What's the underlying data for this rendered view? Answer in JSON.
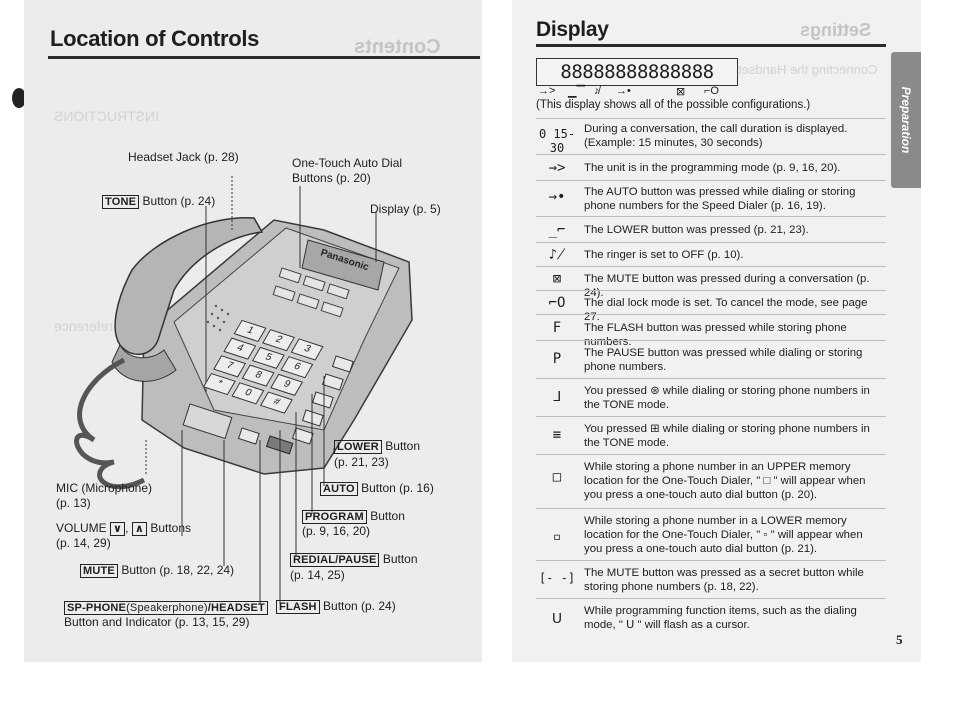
{
  "left": {
    "title": "Location of Controls",
    "ghost_title": "Contents",
    "ghost_lines": [
      "INSTRUCTIONS",
      "For your reference"
    ],
    "labels": {
      "headset_jack": "Headset Jack (p. 28)",
      "one_touch_1": "One-Touch Auto Dial",
      "one_touch_2": "Buttons (p. 20)",
      "tone_box": "TONE",
      "tone_rest": "Button (p. 24)",
      "display": "Display (p. 5)",
      "brand": "Panasonic",
      "lower_box": "LOWER",
      "lower_rest": "Button",
      "lower_pages": "(p. 21, 23)",
      "auto_box": "AUTO",
      "auto_rest": "Button (p. 16)",
      "program_box": "PROGRAM",
      "program_rest": "Button",
      "program_pages": "(p. 9, 16, 20)",
      "redial_box": "REDIAL/PAUSE",
      "redial_rest": "Button",
      "redial_pages": "(p. 14, 25)",
      "flash_box": "FLASH",
      "flash_rest": "Button (p. 24)",
      "mic_1": "MIC (Microphone)",
      "mic_2": "(p. 13)",
      "volume_1": "VOLUME",
      "volume_down": "∨",
      "volume_up": "∧",
      "volume_2": "Buttons",
      "volume_pages": "(p. 14, 29)",
      "mute_box": "MUTE",
      "mute_rest": "Button (p. 18, 22, 24)",
      "sp_box_a": "SP-PHONE",
      "sp_box_b": "(Speakerphone)",
      "sp_box_c": "/HEADSET",
      "sp_line2": "Button and Indicator (p. 13, 15, 29)"
    },
    "keypad": [
      "1",
      "2",
      "3",
      "4",
      "5",
      "6",
      "7",
      "8",
      "9",
      "*",
      "0",
      "#"
    ]
  },
  "right": {
    "title": "Display",
    "ghost_title": "Settings",
    "ghost_line": "Connecting the Handset",
    "lcd_text": "88888888888888",
    "lcd_icons": [
      "→>",
      "▁▔",
      "♪̸",
      "→•",
      "⊠",
      "⌐O"
    ],
    "caption": "(This display shows all of the possible configurations.)",
    "tab_label": "Preparation",
    "page_number": "5",
    "rows": [
      {
        "sym": "0 15-30",
        "desc": "During a conversation, the call duration is displayed. (Example: 15 minutes, 30 seconds)"
      },
      {
        "sym": "→>",
        "desc": "The unit is in the programming mode (p. 9, 16, 20)."
      },
      {
        "sym": "→•",
        "desc": "The AUTO button was pressed while dialing or storing phone numbers for the Speed Dialer (p. 16, 19)."
      },
      {
        "sym": "_⌐",
        "desc": "The LOWER button was pressed (p. 21, 23)."
      },
      {
        "sym": "♪̸",
        "desc": "The ringer is set to OFF (p. 10)."
      },
      {
        "sym": "⊠",
        "desc": "The MUTE button was pressed during a conversation (p. 24)."
      },
      {
        "sym": "⌐O",
        "desc": "The dial lock mode is set. To cancel the mode, see page 27."
      },
      {
        "sym": "F",
        "desc": "The FLASH button was pressed while storing phone numbers."
      },
      {
        "sym": "P",
        "desc": "The PAUSE button was pressed while dialing or storing phone numbers."
      },
      {
        "sym": "ᒧ",
        "desc": "You pressed ⊛ while dialing or storing phone numbers in the TONE mode."
      },
      {
        "sym": "≡",
        "desc": "You pressed ⊞ while dialing or storing phone numbers in the TONE mode."
      },
      {
        "sym": "□",
        "desc": "While storing a phone number in an UPPER memory location for the One-Touch Dialer, \" □ \" will appear when you press a one-touch auto dial button (p. 20)."
      },
      {
        "sym": "▫",
        "desc": "While storing a phone number in a LOWER memory location for the One-Touch Dialer, \" ▫ \" will appear when you press a one-touch auto dial button (p. 21)."
      },
      {
        "sym": "[- -]",
        "desc": "The MUTE button was pressed as a secret button while storing phone numbers (p. 18, 22)."
      },
      {
        "sym": "ᑌ",
        "desc": "While programming function items, such as the dialing mode, \" ᑌ \" will flash as a cursor."
      }
    ]
  }
}
